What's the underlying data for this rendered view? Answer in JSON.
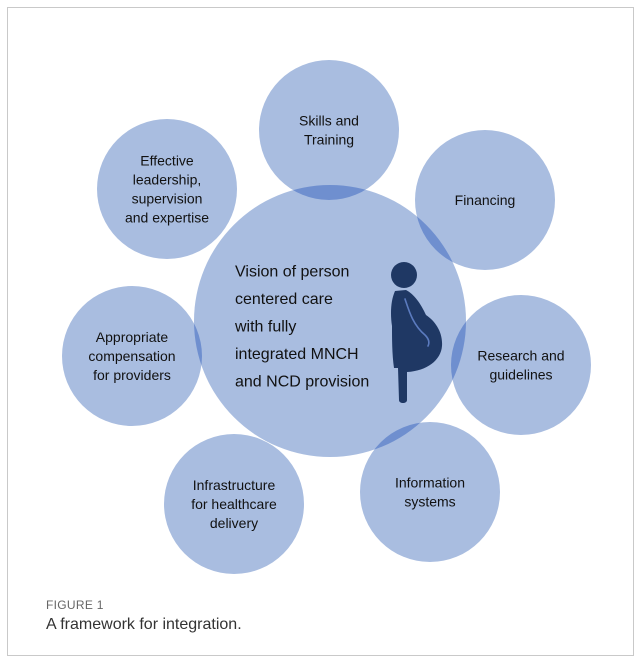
{
  "diagram": {
    "center": {
      "lines": [
        "Vision of person",
        "centered care",
        "with fully",
        "integrated MNCH",
        "and NCD provision"
      ],
      "icon": "pregnant-woman-icon"
    },
    "satellites": [
      {
        "id": "skills",
        "lines": [
          "Skills and",
          "Training"
        ]
      },
      {
        "id": "financing",
        "lines": [
          "Financing"
        ]
      },
      {
        "id": "research",
        "lines": [
          "Research and",
          "guidelines"
        ]
      },
      {
        "id": "information",
        "lines": [
          "Information",
          "systems"
        ]
      },
      {
        "id": "infrastructure",
        "lines": [
          "Infrastructure",
          "for healthcare",
          "delivery"
        ]
      },
      {
        "id": "compensation",
        "lines": [
          "Appropriate",
          "compensation",
          "for providers"
        ]
      },
      {
        "id": "leadership",
        "lines": [
          "Effective",
          "leadership,",
          "supervision",
          "and expertise"
        ]
      }
    ],
    "colors": {
      "circle_fill": "#a9bde0",
      "overlap_fill": "#6f8fcf",
      "icon_fill": "#1f3864",
      "text": "#111111"
    }
  },
  "caption": {
    "label": "FIGURE 1",
    "text": "A framework for integration."
  }
}
